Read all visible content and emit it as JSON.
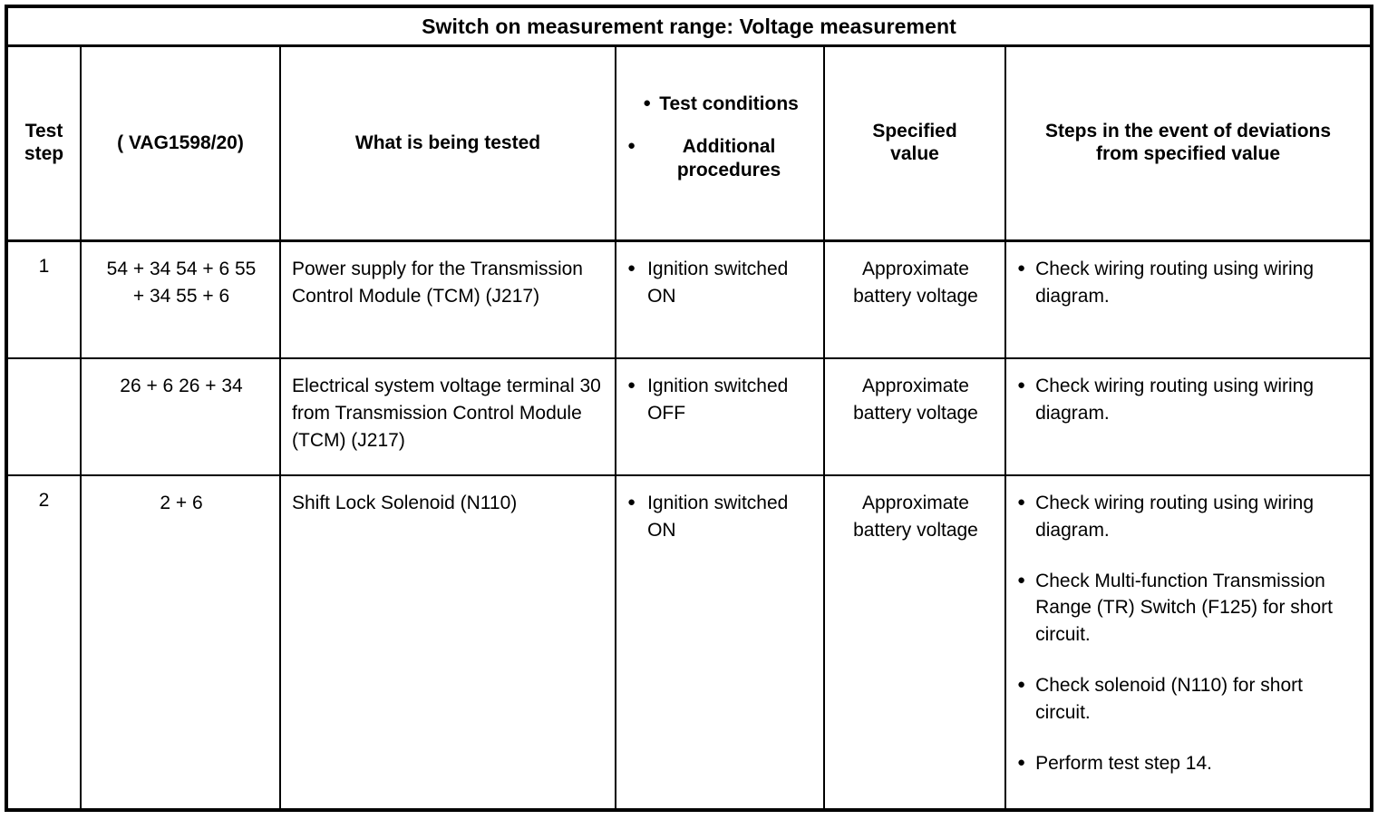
{
  "table": {
    "title": "Switch on measurement range: Voltage measurement",
    "bullet_glyph": "●",
    "headers": {
      "test_step": {
        "line1": "Test",
        "line2": "step"
      },
      "vag": "( VAG1598/20)",
      "what_tested": "What is being tested",
      "conditions": {
        "item1_line1": "Test",
        "item1_line2": "conditions",
        "item2_line1": "Additional",
        "item2_line2": "procedures"
      },
      "specified_value": {
        "line1": "Specified",
        "line2": "value"
      },
      "steps_deviations": {
        "line1": "Steps in the event of deviations",
        "line2": "from specified value"
      }
    },
    "rows": [
      {
        "test_step": "1",
        "vag_line1": "54 + 34 54 + 6 55",
        "vag_line2": "+ 34 55 + 6",
        "what_tested": "Power supply for the Transmission Control Module (TCM) (J217)",
        "test_conditions": [
          "Ignition switched ON"
        ],
        "specified_value": "Approximate battery voltage",
        "deviation_steps": [
          "Check wiring routing using wiring diagram."
        ]
      },
      {
        "test_step": "",
        "vag_line1": "26 + 6 26 + 34",
        "vag_line2": "",
        "what_tested": "Electrical system voltage terminal 30 from Transmission Control Module (TCM) (J217)",
        "test_conditions": [
          "Ignition switched OFF"
        ],
        "specified_value": "Approximate battery voltage",
        "deviation_steps": [
          "Check wiring routing using wiring diagram."
        ]
      },
      {
        "test_step": "2",
        "vag_line1": "2 + 6",
        "vag_line2": "",
        "what_tested": "Shift Lock Solenoid (N110)",
        "test_conditions": [
          "Ignition switched ON"
        ],
        "specified_value": "Approximate battery voltage",
        "deviation_steps": [
          "Check wiring routing using wiring diagram.",
          "Check Multi-function Transmission Range (TR) Switch (F125) for short circuit.",
          "Check solenoid (N110) for short circuit.",
          "Perform test step 14."
        ]
      }
    ]
  }
}
